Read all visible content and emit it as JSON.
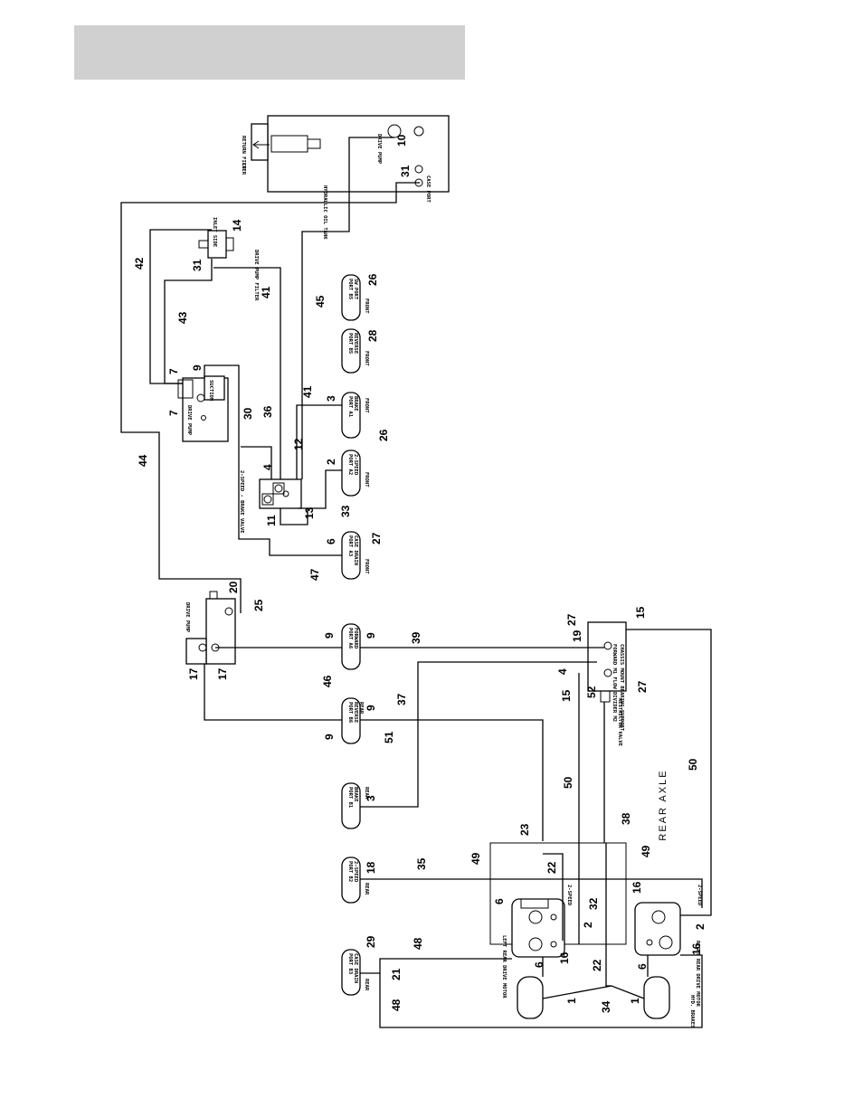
{
  "labels": {
    "tank": "HYDRAULIC OIL TANK",
    "return_filter": "RETURN FILTER",
    "in": "IN",
    "drive_pump_top": "DRIVE PUMP",
    "case_port": "CASE PORT",
    "inlet_side": "INLET SIDE",
    "drive_pump_filter": "DRIVE PUMP FILTER",
    "drive_pump_aux": "DRIVE PUMP",
    "suction": "SUCTION",
    "brake_valve": "2-SPEED - BRAKE VALVE",
    "drive_pump_main": "DRIVE PUMP",
    "flow_divider": "FORWARD M1 FLOW DIVIDER M2",
    "flow_divider_sub": "CHASSIS MOUNT BEARING SUPPORT",
    "restrictor": "RESTRICTOR VALVE",
    "left_motor": "LEFT REAR DRIVE MOTOR",
    "right_motor": "RIGHT REAR DRIVE MOTOR",
    "hyd_brakes": "HYD. BRAKES",
    "two_speed_l": "2-SPEED",
    "two_speed_r": "2-SPEED",
    "rear_axle": "REAR AXLE"
  },
  "ports": [
    {
      "id": "p-b5-sw",
      "line1": "PORT B5",
      "line2": "SW PORT",
      "line3": "FRONT"
    },
    {
      "id": "p-b5-rev",
      "line1": "PORT B5",
      "line2": "REVERSE",
      "line3": "FRONT"
    },
    {
      "id": "p-a1-brake-f",
      "line1": "PORT A1",
      "line2": "BRAKE",
      "line3": "FRONT"
    },
    {
      "id": "p-a2-2spd-f",
      "line1": "PORT A2",
      "line2": "2-SPEED",
      "line3": "FRONT"
    },
    {
      "id": "p-a3-case-f",
      "line1": "PORT A3",
      "line2": "CASE DRAIN",
      "line3": "FRONT"
    },
    {
      "id": "p-a6-fwd",
      "line1": "PORT A6",
      "line2": "FORWARD",
      "line3": ""
    },
    {
      "id": "p-b6-rev",
      "line1": "PORT B6",
      "line2": "REVERSE",
      "line3": "REAR"
    },
    {
      "id": "p-b1-brake",
      "line1": "PORT B1",
      "line2": "BRAKE",
      "line3": "REAR"
    },
    {
      "id": "p-b2-2spd",
      "line1": "PORT B2",
      "line2": "2-SPEED",
      "line3": "REAR"
    },
    {
      "id": "p-b3-case",
      "line1": "PORT B3",
      "line2": "CASE DRAIN",
      "line3": "REAR"
    }
  ],
  "callouts": {
    "c10": "10",
    "c31a": "31",
    "c14": "14",
    "c31b": "31",
    "c42": "42",
    "c41a": "41",
    "c45": "45",
    "c43": "43",
    "c26a": "26",
    "c28": "28",
    "c7a": "7",
    "c9a": "9",
    "c7b": "7",
    "c30": "30",
    "c36": "36",
    "c41b": "41",
    "c3a": "3",
    "c44": "44",
    "c4a": "4",
    "c12": "12",
    "c2a": "2",
    "c26b": "26",
    "c11": "11",
    "c13": "13",
    "c33": "33",
    "c6a": "6",
    "c27a": "27",
    "c47": "47",
    "c20": "20",
    "c25": "25",
    "c17a": "17",
    "c17b": "17",
    "c9b": "9",
    "c9c": "9",
    "c39": "39",
    "c27b": "27",
    "c15a": "15",
    "c19": "19",
    "c4b": "4",
    "c15b": "15",
    "c27c": "27",
    "c46": "46",
    "c37": "37",
    "c52": "52",
    "c9d": "9",
    "c9e": "9",
    "c51": "51",
    "c50a": "50",
    "c50b": "50",
    "c3b": "3",
    "c38": "38",
    "c23": "23",
    "c49a": "49",
    "c49b": "49",
    "c18": "18",
    "c35": "35",
    "c22a": "22",
    "c16a": "16",
    "c6b": "6",
    "c32": "32",
    "c2b": "2",
    "c2c": "2",
    "c16b": "16",
    "c16c": "16",
    "c29": "29",
    "c48a": "48",
    "c21": "21",
    "c6c": "6",
    "c6d": "6",
    "c22b": "22",
    "c48b": "48",
    "c1a": "1",
    "c34": "34",
    "c1b": "1"
  }
}
